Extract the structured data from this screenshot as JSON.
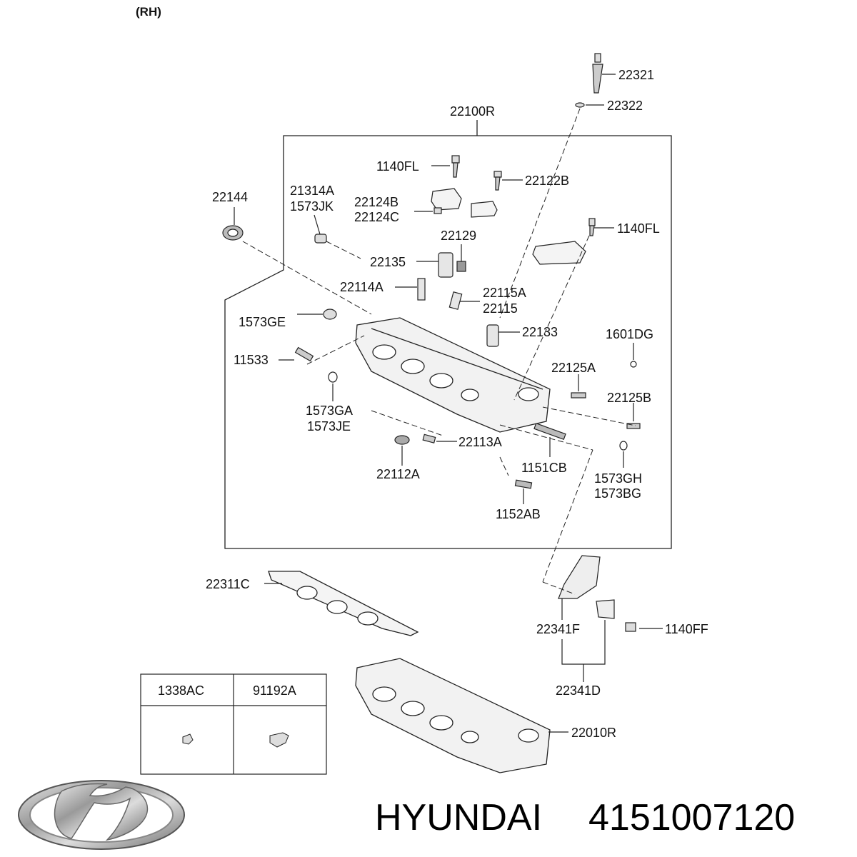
{
  "header": {
    "side": "(RH)"
  },
  "assembly": {
    "label": "22100R"
  },
  "parts": [
    {
      "id": "p22321",
      "label": "22321"
    },
    {
      "id": "p22322",
      "label": "22322"
    },
    {
      "id": "p1140FL_a",
      "label": "1140FL"
    },
    {
      "id": "p22122B",
      "label": "22122B"
    },
    {
      "id": "p22144",
      "label": "22144"
    },
    {
      "id": "p21314A",
      "label": "21314A"
    },
    {
      "id": "p1573JK",
      "label": "1573JK"
    },
    {
      "id": "p22124B",
      "label": "22124B"
    },
    {
      "id": "p22124C",
      "label": "22124C"
    },
    {
      "id": "p1140FL_b",
      "label": "1140FL"
    },
    {
      "id": "p22129",
      "label": "22129"
    },
    {
      "id": "p22135",
      "label": "22135"
    },
    {
      "id": "p22114A",
      "label": "22114A"
    },
    {
      "id": "p22115A",
      "label": "22115A"
    },
    {
      "id": "p22115",
      "label": "22115"
    },
    {
      "id": "p1573GE",
      "label": "1573GE"
    },
    {
      "id": "p22133",
      "label": "22133"
    },
    {
      "id": "p1601DG",
      "label": "1601DG"
    },
    {
      "id": "p11533",
      "label": "11533"
    },
    {
      "id": "p22125A",
      "label": "22125A"
    },
    {
      "id": "p22125B",
      "label": "22125B"
    },
    {
      "id": "p1573GA",
      "label": "1573GA"
    },
    {
      "id": "p1573JE",
      "label": "1573JE"
    },
    {
      "id": "p22113A",
      "label": "22113A"
    },
    {
      "id": "p22112A",
      "label": "22112A"
    },
    {
      "id": "p1151CB",
      "label": "1151CB"
    },
    {
      "id": "p1573GH",
      "label": "1573GH"
    },
    {
      "id": "p1573BG",
      "label": "1573BG"
    },
    {
      "id": "p1152AB",
      "label": "1152AB"
    },
    {
      "id": "p22311C",
      "label": "22311C"
    },
    {
      "id": "p22341F",
      "label": "22341F"
    },
    {
      "id": "p1140FF",
      "label": "1140FF"
    },
    {
      "id": "p22341D",
      "label": "22341D"
    },
    {
      "id": "p22010R",
      "label": "22010R"
    }
  ],
  "legend_table": {
    "col1": "1338AC",
    "col2": "91192A"
  },
  "footer": {
    "brand": "HYUNDAI",
    "part_number": "4151007120"
  },
  "icons": {
    "logo": "hyundai-logo-icon"
  }
}
